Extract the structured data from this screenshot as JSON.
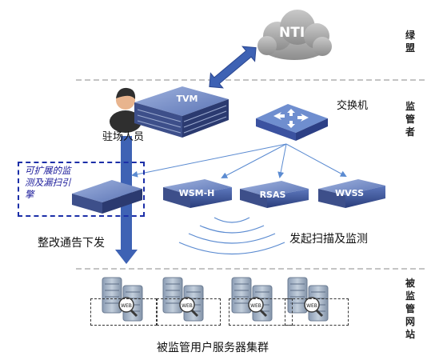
{
  "cloud_label": "NTI",
  "sections": {
    "top": "绿盟",
    "middle": "监管者",
    "bottom": "被监管网站"
  },
  "devices": {
    "tvm": "TVM",
    "switch": "交换机",
    "wsmh": "WSM-H",
    "rsas": "RSAS",
    "wvss": "WVSS"
  },
  "person_label": "驻场人员",
  "scan_engine_label": "可扩展的监测及漏扫引擎",
  "notice_label": "整改通告下发",
  "scan_label": "发起扫描及监测",
  "servers_label": "被监管用户服务器集群",
  "server_badge": "WEB",
  "colors": {
    "dark_blue": "#2e3e7e",
    "arrow_blue": "#3e62b4",
    "line_blue": "#5b8bd1",
    "dashed_scan_box": "#1c2fa8"
  }
}
